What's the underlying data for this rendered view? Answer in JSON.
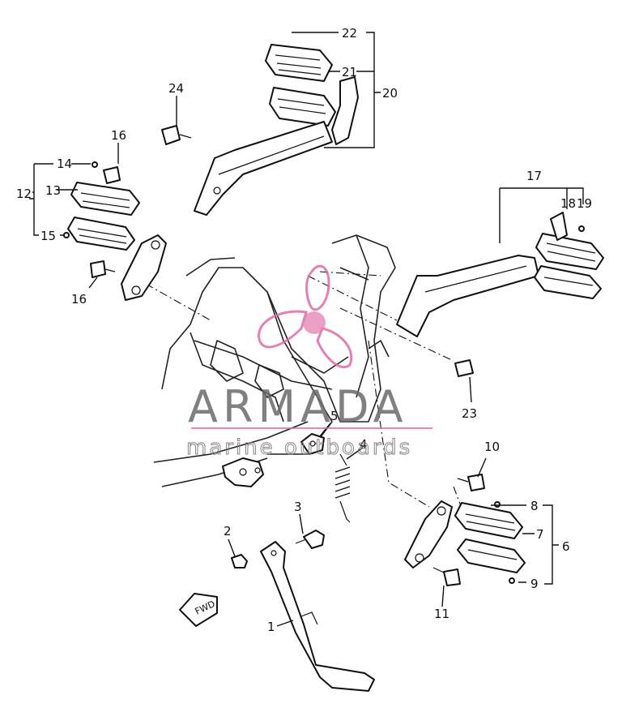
{
  "watermark": {
    "brand": "ARMADA",
    "tagline": "marine outboards",
    "accent_color": "#e06aa8",
    "text_color": "#6a6a6a"
  },
  "callouts": {
    "c1": "1",
    "c2": "2",
    "c3": "3",
    "c4": "4",
    "c5": "5",
    "c6": "6",
    "c7": "7",
    "c8": "8",
    "c9": "9",
    "c10": "10",
    "c11": "11",
    "c12": "12",
    "c13": "13",
    "c14": "14",
    "c15": "15",
    "c16a": "16",
    "c16b": "16",
    "c17": "17",
    "c18": "18",
    "c19": "19",
    "c20": "20",
    "c21": "21",
    "c22": "22",
    "c23": "23",
    "c24": "24"
  },
  "fwd_badge": "FWD"
}
